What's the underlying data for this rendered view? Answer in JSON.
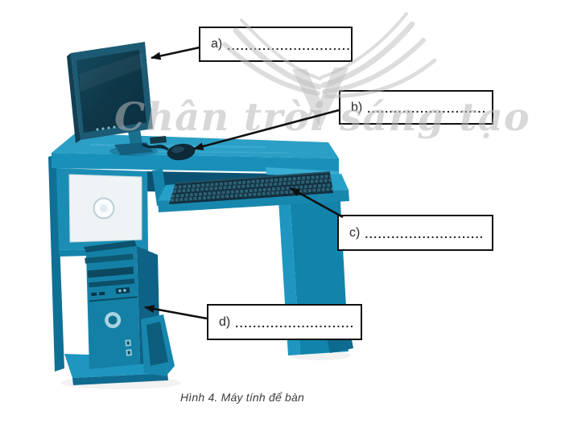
{
  "figure": {
    "caption": "Hình 4. Máy tính để bàn",
    "watermark_text": "Chân trời sáng tạo",
    "labels": [
      {
        "id": "a",
        "prefix": "a)",
        "dots": "............................"
      },
      {
        "id": "b",
        "prefix": "b)",
        "dots": "..........................."
      },
      {
        "id": "c",
        "prefix": "c)",
        "dots": "..........................."
      },
      {
        "id": "d",
        "prefix": "d)",
        "dots": "..........................."
      }
    ]
  },
  "colors": {
    "desk_teal": "#1b8db4",
    "desk_top": "#2b9fc6",
    "desk_shadow": "#0a5273",
    "device_dark": "#112f3e",
    "monitor_screen": "#0e3849",
    "drawer_white": "#eef4f5",
    "watermark_gray": "#bdbdbd",
    "label_border": "#101010"
  }
}
